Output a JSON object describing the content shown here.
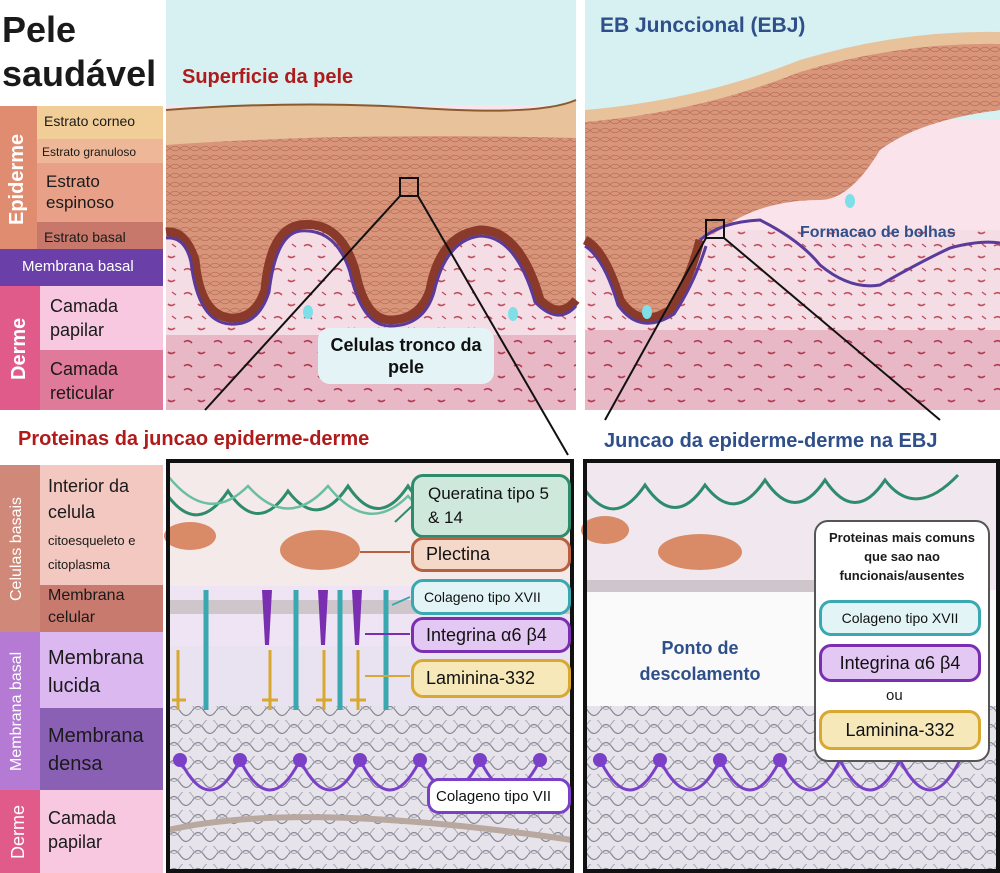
{
  "healthy": {
    "title": "Pele saudável",
    "surface_label": "Superficie da pele",
    "stem_cells_label": "Celulas tronco da pele"
  },
  "ebj": {
    "title": "EB Junccional (EBJ)",
    "blister_label": "Formacao de bolhas"
  },
  "left_layers": {
    "epiderme": "Epiderme",
    "derme": "Derme",
    "corneo": "Estrato corneo",
    "granuloso": "Estrato granuloso",
    "espinoso": "Estrato espinoso",
    "basal": "Estrato basal",
    "membrana_basal": "Membrana basal",
    "papilar": "Camada papilar",
    "reticular": "Camada reticular"
  },
  "junction": {
    "title_healthy": "Proteinas da juncao epiderme-derme",
    "title_ebj": "Juncao da epiderme-derme na EBJ",
    "celulas_basais": "Celulas basais",
    "membrana_basal": "Membrana basal",
    "derme": "Derme",
    "interior_celula": "Interior da celula",
    "citoesqueleto": "citoesqueleto e citoplasma",
    "membrana_celular": "Membrana celular",
    "membrana_lucida": "Membrana lucida",
    "membrana_densa": "Membrana densa",
    "camada_papilar": "Camada papilar"
  },
  "proteins": {
    "queratina": "Queratina tipo 5 & 14",
    "plectina": "Plectina",
    "colageno17": "Colageno tipo XVII",
    "integrina": "Integrina α6 β4",
    "laminina": "Laminina-332",
    "colageno7": "Colageno tipo VII"
  },
  "ebj_panel": {
    "detachment": "Ponto de descolamento",
    "legend_title": "Proteinas mais comuns que sao nao funcionais/ausentes",
    "colageno17": "Colageno tipo XVII",
    "integrina": "Integrina α6 β4",
    "ou": "ou",
    "laminina": "Laminina-332"
  },
  "colors": {
    "title_red": "#b01a1a",
    "title_blue": "#2f4f8a",
    "keratin": "#2e8b6b",
    "plectin": "#b86040",
    "col17": "#3aa8b0",
    "integrin": "#7a2fb0",
    "laminin": "#d8a830",
    "col7": "#7a40c8"
  }
}
